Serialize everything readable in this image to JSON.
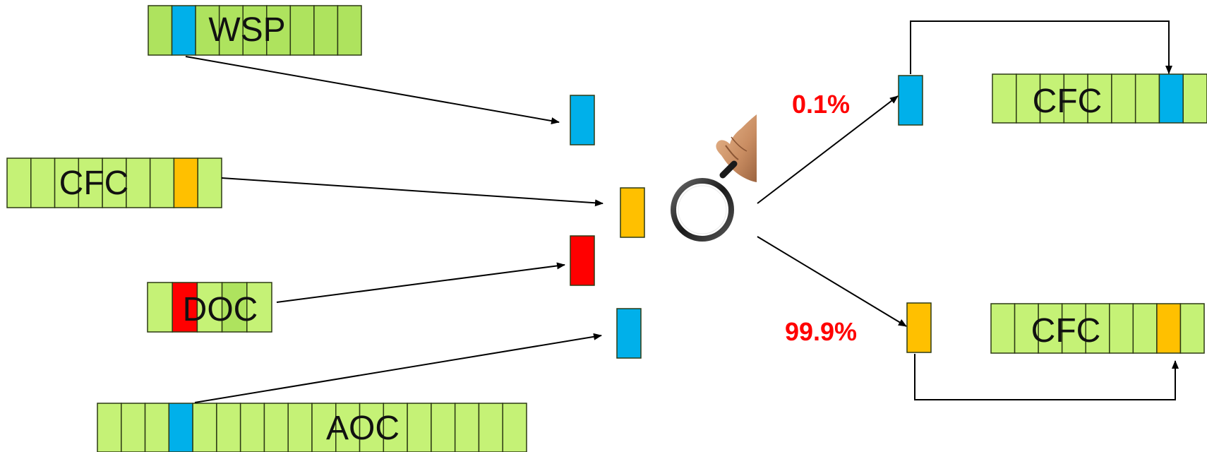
{
  "colors": {
    "cell_green": "#c5f276",
    "cell_green_dark": "#aee35e",
    "cell_border": "#2d3a14",
    "blue": "#00b0ea",
    "orange": "#ffc000",
    "red": "#ff0000",
    "arrow": "#000000",
    "percent_text": "#ff0000"
  },
  "strips": {
    "wsp": {
      "label": "WSP"
    },
    "cfc_source": {
      "label": "CFC"
    },
    "doc": {
      "label": "DOC"
    },
    "aoc": {
      "label": "AOC"
    },
    "cfc_top": {
      "label": "CFC"
    },
    "cfc_bottom": {
      "label": "CFC"
    }
  },
  "percentages": {
    "top": "0.1%",
    "bottom": "99.9%"
  },
  "icons": {
    "magnifier": "magnifying-glass-in-hand-icon"
  }
}
